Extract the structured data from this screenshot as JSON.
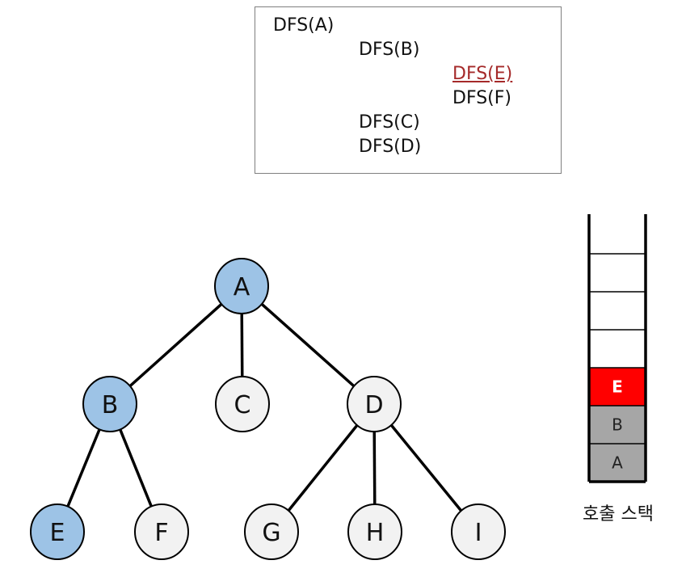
{
  "trace": {
    "lines": [
      {
        "text": "DFS(A)",
        "depth": 0,
        "current": false
      },
      {
        "text": "DFS(B)",
        "depth": 1,
        "current": false
      },
      {
        "text": "DFS(E)",
        "depth": 2,
        "current": true
      },
      {
        "text": "DFS(F)",
        "depth": 2,
        "current": false
      },
      {
        "text": "DFS(C)",
        "depth": 1,
        "current": false
      },
      {
        "text": "DFS(D)",
        "depth": 1,
        "current": false
      }
    ]
  },
  "tree": {
    "nodes": [
      {
        "id": "A",
        "label": "A",
        "visited": true
      },
      {
        "id": "B",
        "label": "B",
        "visited": true
      },
      {
        "id": "C",
        "label": "C",
        "visited": false
      },
      {
        "id": "D",
        "label": "D",
        "visited": false
      },
      {
        "id": "E",
        "label": "E",
        "visited": true
      },
      {
        "id": "F",
        "label": "F",
        "visited": false
      },
      {
        "id": "G",
        "label": "G",
        "visited": false
      },
      {
        "id": "H",
        "label": "H",
        "visited": false
      },
      {
        "id": "I",
        "label": "I",
        "visited": false
      }
    ],
    "edges": [
      [
        "A",
        "B"
      ],
      [
        "A",
        "C"
      ],
      [
        "A",
        "D"
      ],
      [
        "B",
        "E"
      ],
      [
        "B",
        "F"
      ],
      [
        "D",
        "G"
      ],
      [
        "D",
        "H"
      ],
      [
        "D",
        "I"
      ]
    ],
    "colors": {
      "visited": "#9dc3e6",
      "unvisited": "#f2f2f2",
      "stroke": "#000000"
    }
  },
  "stack": {
    "caption": "호출 스택",
    "empty_slots": 4,
    "frames_bottom_to_top": [
      {
        "label": "A",
        "color": "#a6a6a6",
        "text_color": "#222222",
        "bold": false
      },
      {
        "label": "B",
        "color": "#a6a6a6",
        "text_color": "#222222",
        "bold": false
      },
      {
        "label": "E",
        "color": "#ff0000",
        "text_color": "#ffffff",
        "bold": true
      }
    ]
  }
}
